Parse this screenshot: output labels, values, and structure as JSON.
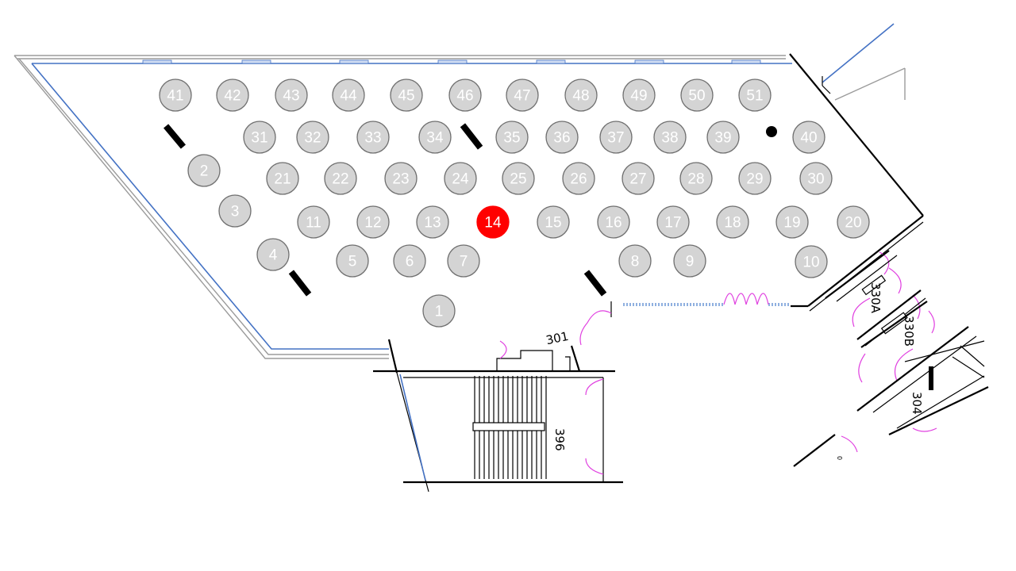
{
  "floor_plan": {
    "selected_seat": "14",
    "colors": {
      "seat_fill": "#d4d4d4",
      "seat_selected": "#ff0000",
      "wall_blue": "#4472c4",
      "door_magenta": "#e040e0"
    },
    "seats": [
      {
        "label": "1"
      },
      {
        "label": "2"
      },
      {
        "label": "3"
      },
      {
        "label": "4"
      },
      {
        "label": "5"
      },
      {
        "label": "6"
      },
      {
        "label": "7"
      },
      {
        "label": "8"
      },
      {
        "label": "9"
      },
      {
        "label": "10"
      },
      {
        "label": "11"
      },
      {
        "label": "12"
      },
      {
        "label": "13"
      },
      {
        "label": "14"
      },
      {
        "label": "15"
      },
      {
        "label": "16"
      },
      {
        "label": "17"
      },
      {
        "label": "18"
      },
      {
        "label": "19"
      },
      {
        "label": "20"
      },
      {
        "label": "21"
      },
      {
        "label": "22"
      },
      {
        "label": "23"
      },
      {
        "label": "24"
      },
      {
        "label": "25"
      },
      {
        "label": "26"
      },
      {
        "label": "27"
      },
      {
        "label": "28"
      },
      {
        "label": "29"
      },
      {
        "label": "30"
      },
      {
        "label": "31"
      },
      {
        "label": "32"
      },
      {
        "label": "33"
      },
      {
        "label": "34"
      },
      {
        "label": "35"
      },
      {
        "label": "36"
      },
      {
        "label": "37"
      },
      {
        "label": "38"
      },
      {
        "label": "39"
      },
      {
        "label": "40"
      },
      {
        "label": "41"
      },
      {
        "label": "42"
      },
      {
        "label": "43"
      },
      {
        "label": "44"
      },
      {
        "label": "45"
      },
      {
        "label": "46"
      },
      {
        "label": "47"
      },
      {
        "label": "48"
      },
      {
        "label": "49"
      },
      {
        "label": "50"
      },
      {
        "label": "51"
      }
    ],
    "rooms": {
      "r301": "301",
      "r330a": "330A",
      "r330b": "330B",
      "r396": "396",
      "r304": "304"
    }
  }
}
